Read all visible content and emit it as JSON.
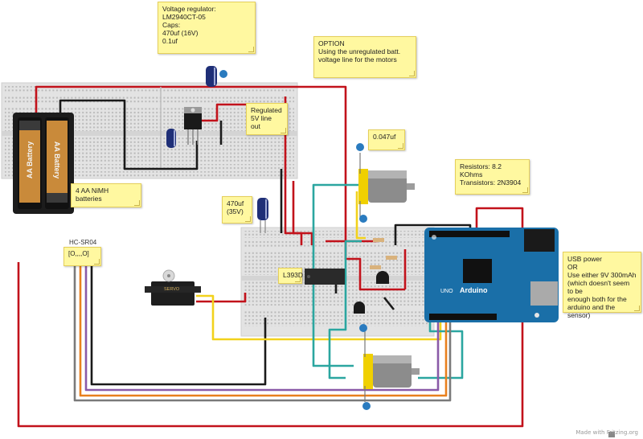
{
  "notes": {
    "regulator": "Voltage regulator:\nLM2940CT-05\nCaps:\n470uf (16V)\n0.1uf",
    "option": "OPTION\nUsing the unregulated batt.\nvoltage line for the motors",
    "regulated": "Regulated\n5V line out",
    "cap_small": "0.047uf",
    "batteries": "4 AA NiMH batteries",
    "cap_big": "470uf\n(35V)",
    "resistors": "Resistors: 8.2 KOhms\nTransistors: 2N3904",
    "sensor": "[O,,,,O]",
    "comparator": "L393D",
    "usb": "USB power\nOR\nUse either 9V 300mAh\n(which doesn't seem to be\nenough both for the\narduino and the sensor)"
  },
  "labels": {
    "sensor_name": "HC-SR04",
    "battery_1": "AA Battery",
    "battery_2": "AA Battery",
    "arduino_brand": "Arduino",
    "arduino_model": "UNO",
    "servo_brand": "SERVO",
    "footer": "Made with Fritzing.org"
  },
  "colors": {
    "wire_red": "#c2121b",
    "wire_black": "#1a1a1a",
    "wire_yellow": "#f2d21c",
    "wire_teal": "#2ba6a0",
    "wire_orange": "#e8801e",
    "wire_purple": "#8a5aa8",
    "wire_gray": "#7a7a7a",
    "arduino_blue": "#1a6fa8",
    "breadboard": "#e6e6e6",
    "note_yellow": "#fff8a0"
  }
}
